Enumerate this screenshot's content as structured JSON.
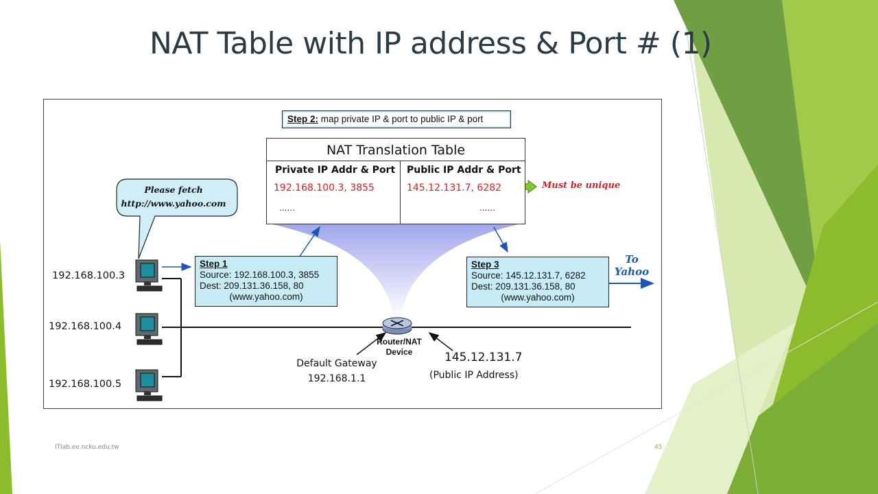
{
  "slide": {
    "title": "NAT Table with IP address & Port # (1)",
    "footer_left": "ITlab.ee.ncku.edu.tw",
    "page_number": "45"
  },
  "diagram": {
    "step2": {
      "lead": "Step 2:",
      "text": "map private IP & port to public IP & port"
    },
    "nat_table": {
      "title": "NAT Translation Table",
      "header_private": "Private IP Addr & Port",
      "header_public": "Public IP Addr & Port",
      "row_private": "192.168.100.3, 3855",
      "row_public": "145.12.131.7, 6282",
      "ellipsis_left": "......",
      "ellipsis_right": "......",
      "note": "Must be unique"
    },
    "speech_bubble": {
      "line1": "Please fetch",
      "line2": "http://www.yahoo.com"
    },
    "hosts": [
      {
        "ip": "192.168.100.3"
      },
      {
        "ip": "192.168.100.4"
      },
      {
        "ip": "192.168.100.5"
      }
    ],
    "step1": {
      "lead": "Step 1",
      "source": "Source: 192.168.100.3, 3855",
      "dest": "Dest: 209.131.36.158, 80",
      "site": "(www.yahoo.com)"
    },
    "step3": {
      "lead": "Step 3",
      "source": "Source: 145.12.131.7, 6282",
      "dest": "Dest: 209.131.36.158, 80",
      "site": "(www.yahoo.com)"
    },
    "router": {
      "line1": "Router/NAT",
      "line2": "Device"
    },
    "gateway": {
      "line1": "Default Gateway",
      "line2": "192.168.1.1"
    },
    "public_ip": {
      "address": "145.12.131.7",
      "label": "(Public IP Address)"
    },
    "destination": {
      "line1": "To",
      "line2": "Yahoo"
    },
    "colors": {
      "highlight_red": "#d4202a",
      "step_box_fill": "#c8ecf5",
      "arrow_blue": "#1f55b5",
      "slide_green": "#8cbb2c"
    }
  }
}
